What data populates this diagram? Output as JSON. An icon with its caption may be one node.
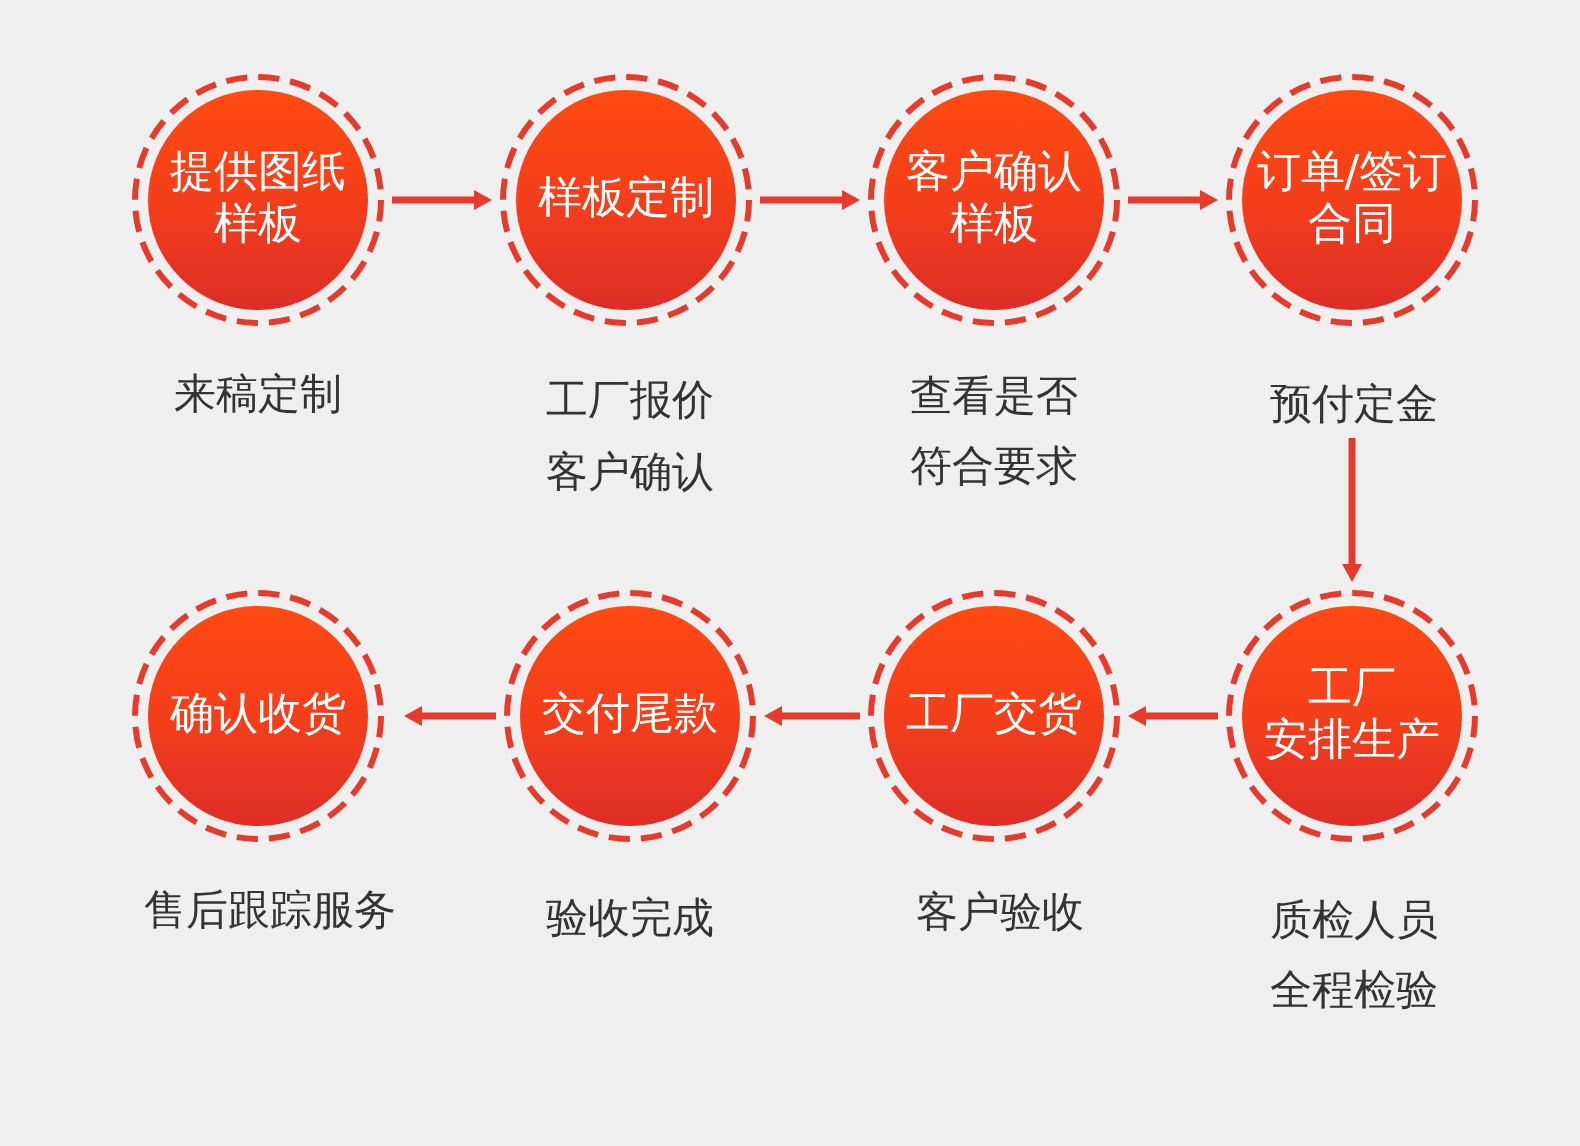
{
  "diagram": {
    "nodes": [
      {
        "text": [
          "提供图纸样板"
        ],
        "beside": [
          "来稿定制"
        ]
      },
      {
        "text": [
          "样板定制"
        ],
        "beside": [
          "工厂报价客户确认"
        ]
      },
      {
        "text": [
          "客户确认样板"
        ],
        "beside": [
          "查看是否符合要求"
        ]
      },
      {
        "text": [
          "订单/签订合同"
        ],
        "beside": [
          "预付定金"
        ]
      },
      {
        "text": [
          "工厂",
          "安排生产"
        ],
        "beside": [
          "质检人员全程检验"
        ]
      },
      {
        "text": [
          "工厂交货"
        ],
        "beside": [
          "客户验收"
        ]
      },
      {
        "text": [
          "交付尾款"
        ],
        "beside": [
          "验收完成"
        ]
      },
      {
        "text": [
          "确认收货"
        ],
        "beside": [
          "售后跟踪服务"
        ]
      }
    ],
    "edges": [
      {
        "from": 0,
        "to": 1,
        "arrow": "to"
      },
      {
        "from": 1,
        "to": 2,
        "arrow": "to"
      },
      {
        "from": 2,
        "to": 3,
        "arrow": "to"
      },
      {
        "from": 3,
        "to": 4,
        "arrow": "to"
      },
      {
        "from": 4,
        "to": 5,
        "arrow": "to"
      },
      {
        "from": 5,
        "to": 6,
        "arrow": "to"
      },
      {
        "from": 6,
        "to": 7,
        "arrow": "to"
      }
    ]
  }
}
